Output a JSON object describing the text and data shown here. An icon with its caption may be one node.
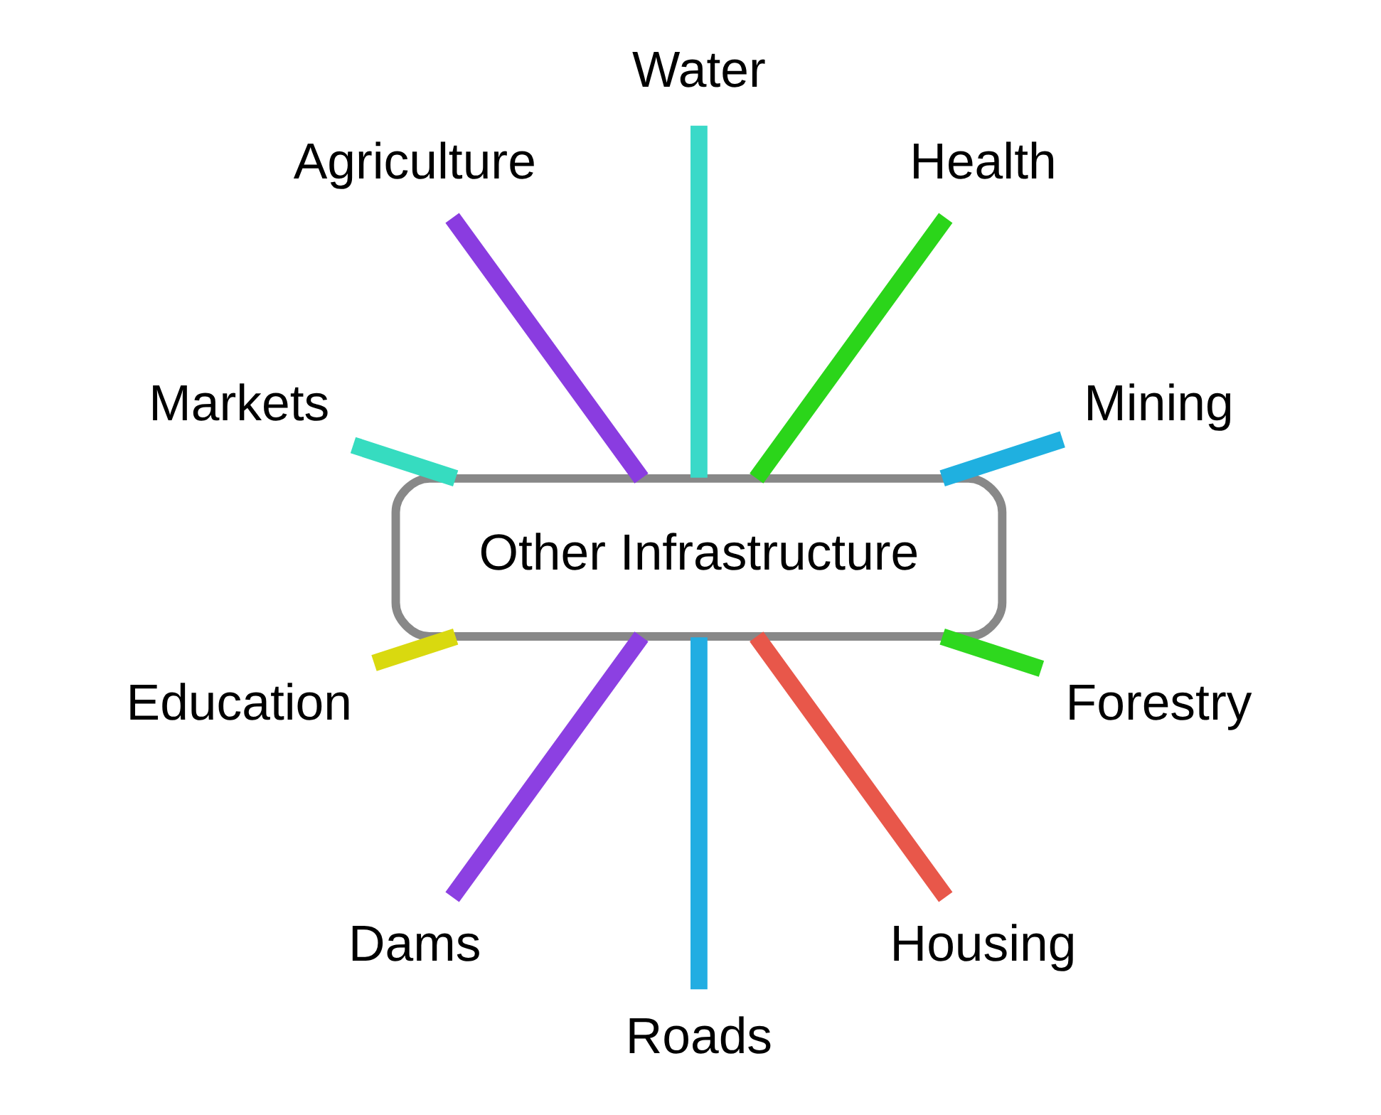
{
  "diagram": {
    "nodes": [
      {
        "text": [
          "Other Infrastructure"
        ]
      },
      {
        "text": [
          "Mining"
        ]
      },
      {
        "text": [
          "Health"
        ]
      },
      {
        "text": [
          "Water"
        ]
      },
      {
        "text": [
          "Agriculture"
        ]
      },
      {
        "text": [
          "Markets"
        ]
      },
      {
        "text": [
          "Education"
        ]
      },
      {
        "text": [
          "Dams"
        ]
      },
      {
        "text": [
          "Roads"
        ]
      },
      {
        "text": [
          "Housing"
        ]
      },
      {
        "text": [
          "Forestry"
        ]
      }
    ],
    "edges": [
      {
        "from": 0,
        "to": 1,
        "arrow": "none",
        "color": "#1fb0e0"
      },
      {
        "from": 0,
        "to": 2,
        "arrow": "none",
        "color": "#2bd51a"
      },
      {
        "from": 0,
        "to": 3,
        "arrow": "none",
        "color": "#3ad9c8"
      },
      {
        "from": 0,
        "to": 4,
        "arrow": "none",
        "color": "#8a3ce0"
      },
      {
        "from": 0,
        "to": 5,
        "arrow": "none",
        "color": "#36dcc0"
      },
      {
        "from": 0,
        "to": 6,
        "arrow": "none",
        "color": "#d9d90f"
      },
      {
        "from": 0,
        "to": 7,
        "arrow": "none",
        "color": "#8c40e2"
      },
      {
        "from": 0,
        "to": 8,
        "arrow": "none",
        "color": "#22ade2"
      },
      {
        "from": 0,
        "to": 9,
        "arrow": "none",
        "color": "#e8574a"
      },
      {
        "from": 0,
        "to": 10,
        "arrow": "none",
        "color": "#2ed81e"
      }
    ]
  }
}
